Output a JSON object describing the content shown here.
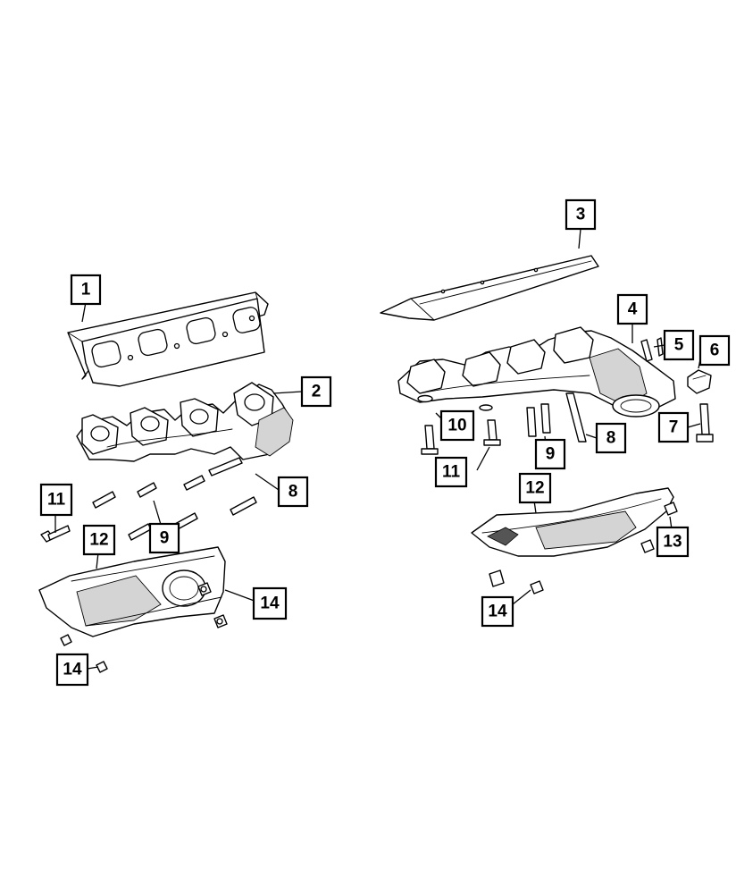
{
  "callouts": {
    "c1": "1",
    "c2": "2",
    "c3": "3",
    "c4": "4",
    "c5": "5",
    "c6": "6",
    "c7": "7",
    "c8l": "8",
    "c8r": "8",
    "c9l": "9",
    "c9r": "9",
    "c10": "10",
    "c11l": "11",
    "c11r": "11",
    "c12l": "12",
    "c12r": "12",
    "c13": "13",
    "c14a": "14",
    "c14b": "14",
    "c14c": "14"
  }
}
